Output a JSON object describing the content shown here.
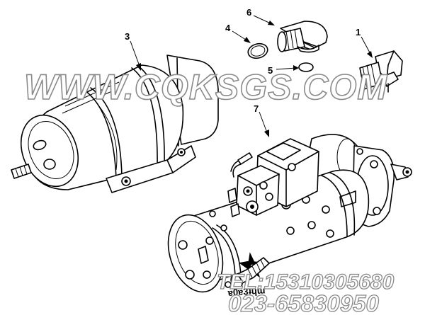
{
  "diagram": {
    "callouts": [
      {
        "id": "1",
        "label": "1"
      },
      {
        "id": "3",
        "label": "3"
      },
      {
        "id": "4",
        "label": "4"
      },
      {
        "id": "5",
        "label": "5"
      },
      {
        "id": "6",
        "label": "6"
      },
      {
        "id": "7",
        "label": "7"
      }
    ],
    "part_stamp": "ɐ0ɐ3ʇɥɯ"
  },
  "watermark": {
    "url": "WWW.CQKSGS.COM",
    "tel": "TEL:15310305680",
    "phone": "023-65830950",
    "color": "#8a8a8a"
  }
}
